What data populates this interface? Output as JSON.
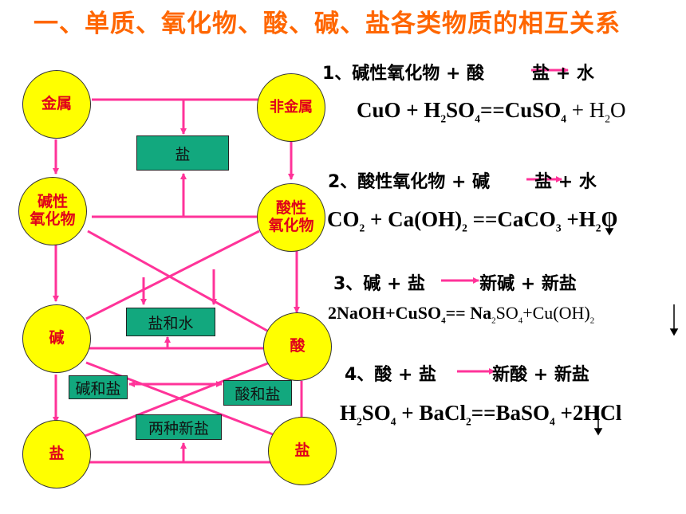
{
  "title": "一、单质、氧化物、酸、碱、盐各类物质的相互关系",
  "nodes": {
    "metal": "金属",
    "nonmetal": "非金属",
    "basic_oxide_1": "碱性",
    "basic_oxide_2": "氧化物",
    "acidic_oxide_1": "酸性",
    "acidic_oxide_2": "氧化物",
    "base": "碱",
    "acid": "酸",
    "salt_left": "盐",
    "salt_right": "盐"
  },
  "boxes": {
    "salt_top": "盐",
    "salt_water": "盐和水",
    "base_salt": "碱和盐",
    "acid_salt": "酸和盐",
    "two_salts": "两种新盐"
  },
  "reactions": [
    {
      "left": "1、碱性氧化物 + 酸",
      "right": "盐 + 水",
      "eq": [
        "CuO + H",
        "2",
        "SO",
        "4",
        "==CuSO",
        "4",
        " + H",
        "2",
        "O"
      ]
    },
    {
      "left": "2、酸性氧化物 + 碱",
      "right": "盐 + 水",
      "eq": [
        "CO",
        "2",
        " + Ca(OH)",
        "2",
        " ==CaCO",
        "3",
        " +H",
        "2",
        "O"
      ]
    },
    {
      "left": "3、碱 + 盐",
      "right": "新碱 + 新盐",
      "eq": [
        "2NaOH+CuSO",
        "4",
        "== Na",
        "2",
        "SO",
        "4",
        "+Cu(OH)",
        "2"
      ]
    },
    {
      "left": "4、酸 + 盐",
      "right": "新酸 + 新盐",
      "eq": [
        "H",
        "2",
        "SO",
        "4",
        " + BaCl",
        "2",
        "==BaSO",
        "4",
        " +2HCl"
      ]
    }
  ],
  "colors": {
    "title": "#ff6600",
    "node_fill": "#ffff00",
    "node_text": "#e0001a",
    "box_fill": "#12a87e",
    "connector": "#ff3399"
  }
}
